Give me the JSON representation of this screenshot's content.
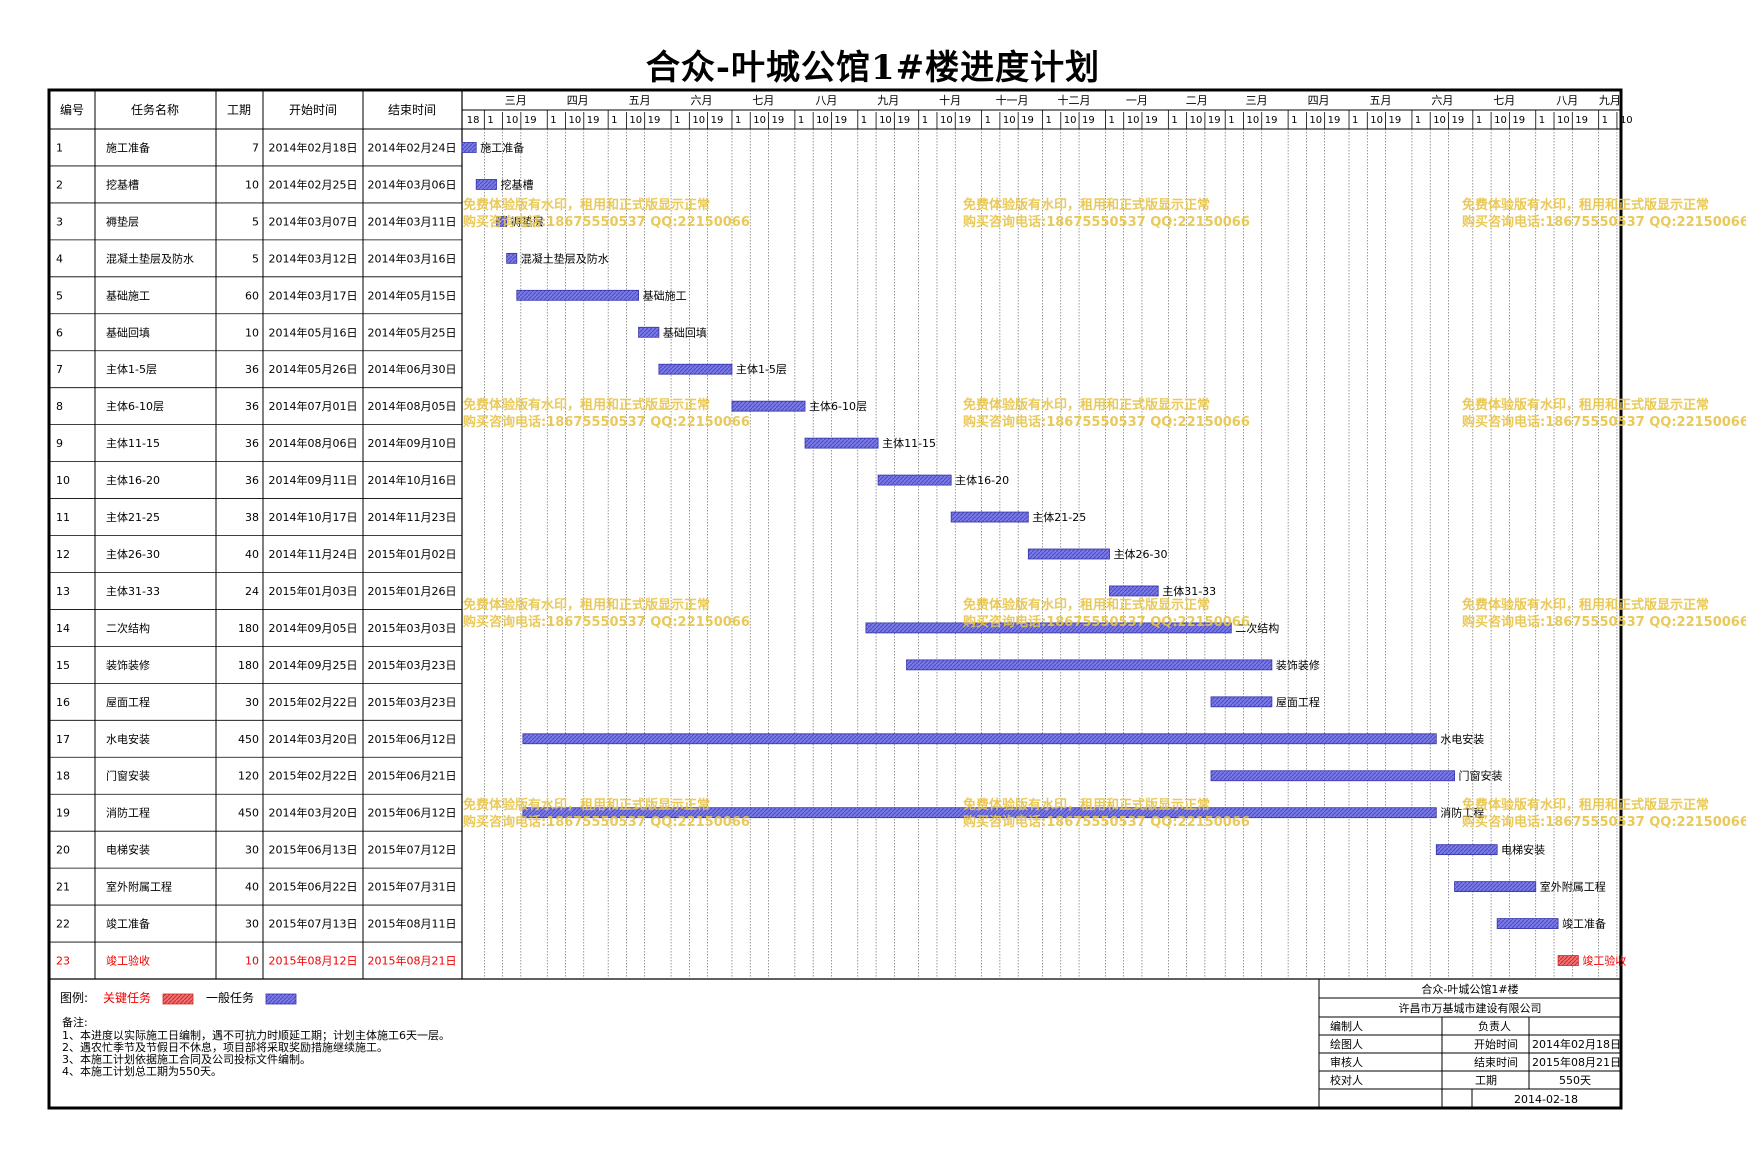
{
  "title": "合众-叶城公馆1#楼进度计划",
  "headers": {
    "id": "编号",
    "name": "任务名称",
    "duration": "工期",
    "start": "开始时间",
    "end": "结束时间"
  },
  "months": [
    "三月",
    "四月",
    "五月",
    "六月",
    "七月",
    "八月",
    "九月",
    "十月",
    "十一月",
    "十二月",
    "一月",
    "二月",
    "三月",
    "四月",
    "五月",
    "六月",
    "七月",
    "八月",
    "九月"
  ],
  "subticks": [
    "18",
    "1",
    "10",
    "19",
    "1",
    "10",
    "19",
    "1",
    "10",
    "19",
    "1",
    "10",
    "19",
    "1",
    "10",
    "19",
    "1",
    "10",
    "19",
    "1",
    "10",
    "19",
    "1",
    "10",
    "19",
    "1",
    "10",
    "19",
    "1",
    "10",
    "19",
    "1",
    "10",
    "19",
    "1",
    "10",
    "19",
    "1",
    "10",
    "19",
    "1",
    "10",
    "19",
    "1",
    "10",
    "19",
    "1",
    "10",
    "19",
    "1",
    "10",
    "19",
    "1",
    "10",
    "19",
    "1",
    "10"
  ],
  "colors": {
    "normal_bar": "#6666dd",
    "critical_bar": "#ee4444",
    "critical_text": "#ee0000",
    "watermark": "#e8c44a"
  },
  "watermark": {
    "line1": "免费体验版有水印，租用和正式版显示正常",
    "line2": "购买咨询电话:18675550537 QQ:22150066"
  },
  "chart_data": {
    "type": "gantt",
    "title": "合众-叶城公馆1#楼进度计划",
    "x_range": [
      "2014-02-18",
      "2015-09-12"
    ],
    "tasks": [
      {
        "id": "1",
        "name": "施工准备",
        "duration": "7",
        "start": "2014年02月18日",
        "end": "2014年02月24日",
        "s": "2014-02-18",
        "e": "2014-02-24",
        "critical": false
      },
      {
        "id": "2",
        "name": "挖基槽",
        "duration": "10",
        "start": "2014年02月25日",
        "end": "2014年03月06日",
        "s": "2014-02-25",
        "e": "2014-03-06",
        "critical": false
      },
      {
        "id": "3",
        "name": "褥垫层",
        "duration": "5",
        "start": "2014年03月07日",
        "end": "2014年03月11日",
        "s": "2014-03-07",
        "e": "2014-03-11",
        "critical": false
      },
      {
        "id": "4",
        "name": "混凝土垫层及防水",
        "duration": "5",
        "start": "2014年03月12日",
        "end": "2014年03月16日",
        "s": "2014-03-12",
        "e": "2014-03-16",
        "critical": false
      },
      {
        "id": "5",
        "name": "基础施工",
        "duration": "60",
        "start": "2014年03月17日",
        "end": "2014年05月15日",
        "s": "2014-03-17",
        "e": "2014-05-15",
        "critical": false
      },
      {
        "id": "6",
        "name": "基础回填",
        "duration": "10",
        "start": "2014年05月16日",
        "end": "2014年05月25日",
        "s": "2014-05-16",
        "e": "2014-05-25",
        "critical": false
      },
      {
        "id": "7",
        "name": "主体1-5层",
        "duration": "36",
        "start": "2014年05月26日",
        "end": "2014年06月30日",
        "s": "2014-05-26",
        "e": "2014-06-30",
        "critical": false
      },
      {
        "id": "8",
        "name": "主体6-10层",
        "duration": "36",
        "start": "2014年07月01日",
        "end": "2014年08月05日",
        "s": "2014-07-01",
        "e": "2014-08-05",
        "critical": false
      },
      {
        "id": "9",
        "name": "主体11-15",
        "duration": "36",
        "start": "2014年08月06日",
        "end": "2014年09月10日",
        "s": "2014-08-06",
        "e": "2014-09-10",
        "critical": false
      },
      {
        "id": "10",
        "name": "主体16-20",
        "duration": "36",
        "start": "2014年09月11日",
        "end": "2014年10月16日",
        "s": "2014-09-11",
        "e": "2014-10-16",
        "critical": false
      },
      {
        "id": "11",
        "name": "主体21-25",
        "duration": "38",
        "start": "2014年10月17日",
        "end": "2014年11月23日",
        "s": "2014-10-17",
        "e": "2014-11-23",
        "critical": false
      },
      {
        "id": "12",
        "name": "主体26-30",
        "duration": "40",
        "start": "2014年11月24日",
        "end": "2015年01月02日",
        "s": "2014-11-24",
        "e": "2015-01-02",
        "critical": false
      },
      {
        "id": "13",
        "name": "主体31-33",
        "duration": "24",
        "start": "2015年01月03日",
        "end": "2015年01月26日",
        "s": "2015-01-03",
        "e": "2015-01-26",
        "critical": false
      },
      {
        "id": "14",
        "name": "二次结构",
        "duration": "180",
        "start": "2014年09月05日",
        "end": "2015年03月03日",
        "s": "2014-09-05",
        "e": "2015-03-03",
        "critical": false
      },
      {
        "id": "15",
        "name": "装饰装修",
        "duration": "180",
        "start": "2014年09月25日",
        "end": "2015年03月23日",
        "s": "2014-09-25",
        "e": "2015-03-23",
        "critical": false
      },
      {
        "id": "16",
        "name": "屋面工程",
        "duration": "30",
        "start": "2015年02月22日",
        "end": "2015年03月23日",
        "s": "2015-02-22",
        "e": "2015-03-23",
        "critical": false
      },
      {
        "id": "17",
        "name": "水电安装",
        "duration": "450",
        "start": "2014年03月20日",
        "end": "2015年06月12日",
        "s": "2014-03-20",
        "e": "2015-06-12",
        "critical": false
      },
      {
        "id": "18",
        "name": "门窗安装",
        "duration": "120",
        "start": "2015年02月22日",
        "end": "2015年06月21日",
        "s": "2015-02-22",
        "e": "2015-06-21",
        "critical": false
      },
      {
        "id": "19",
        "name": "消防工程",
        "duration": "450",
        "start": "2014年03月20日",
        "end": "2015年06月12日",
        "s": "2014-03-20",
        "e": "2015-06-12",
        "critical": false
      },
      {
        "id": "20",
        "name": "电梯安装",
        "duration": "30",
        "start": "2015年06月13日",
        "end": "2015年07月12日",
        "s": "2015-06-13",
        "e": "2015-07-12",
        "critical": false
      },
      {
        "id": "21",
        "name": "室外附属工程",
        "duration": "40",
        "start": "2015年06月22日",
        "end": "2015年07月31日",
        "s": "2015-06-22",
        "e": "2015-07-31",
        "critical": false
      },
      {
        "id": "22",
        "name": "竣工准备",
        "duration": "30",
        "start": "2015年07月13日",
        "end": "2015年08月11日",
        "s": "2015-07-13",
        "e": "2015-08-11",
        "critical": false
      },
      {
        "id": "23",
        "name": "竣工验收",
        "duration": "10",
        "start": "2015年08月12日",
        "end": "2015年08月21日",
        "s": "2015-08-12",
        "e": "2015-08-21",
        "critical": true
      }
    ]
  },
  "legend": {
    "label": "图例:",
    "critical": "关键任务",
    "normal": "一般任务"
  },
  "notes": {
    "heading": "备注:",
    "items": [
      "1、本进度以实际施工日编制，遇不可抗力时顺延工期；计划主体施工6天一层。",
      "2、遇农忙季节及节假日不休息，项目部将采取奖励措施继续施工。",
      "3、本施工计划依据施工合同及公司投标文件编制。",
      "4、本施工计划总工期为550天。"
    ]
  },
  "titleblock": {
    "project": "合众-叶城公馆1#楼",
    "company": "许昌市万基城市建设有限公司",
    "compiler": "编制人",
    "drafter": "绘图人",
    "reviewer": "审核人",
    "checker": "校对人",
    "manager": "负责人",
    "start_label": "开始时间",
    "start_value": "2014年02月18日",
    "end_label": "结束时间",
    "end_value": "2015年08月21日",
    "duration_label": "工期",
    "duration_value": "550天",
    "date": "2014-02-18"
  }
}
